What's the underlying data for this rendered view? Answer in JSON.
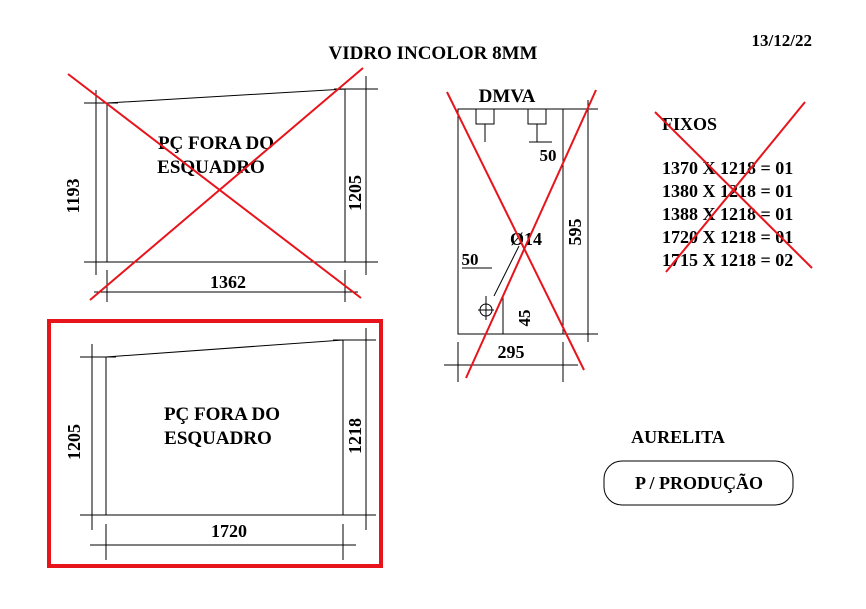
{
  "header": {
    "title": "VIDRO INCOLOR 8MM",
    "date": "13/12/22"
  },
  "piece1": {
    "note_line1": "PÇ FORA DO",
    "note_line2": "ESQUADRO",
    "left_dim": "1193",
    "right_dim": "1205",
    "bottom_dim": "1362",
    "cancelled": true
  },
  "piece2": {
    "label": "DMVA",
    "dim_top_offset": "50",
    "dim_side_offset": "50",
    "hole_label": "Ø14",
    "dim_hole_height": "45",
    "right_dim": "595",
    "bottom_dim": "295",
    "cancelled": true
  },
  "fixos": {
    "title": "FIXOS",
    "items": [
      "1370 X 1218 = 01",
      "1380 X 1218 = 01",
      "1388 X 1218 = 01",
      "1720 X 1218 = 01",
      "1715 X 1218 = 02"
    ],
    "cancelled": true
  },
  "piece3": {
    "note_line1": "PÇ FORA DO",
    "note_line2": "ESQUADRO",
    "left_dim": "1205",
    "right_dim": "1218",
    "bottom_dim": "1720",
    "highlighted": true
  },
  "client": {
    "name": "AURELITA",
    "status_button": "P / PRODUÇÃO"
  },
  "colors": {
    "mark_red": "#e8141b",
    "line": "#000000",
    "background": "#ffffff"
  }
}
